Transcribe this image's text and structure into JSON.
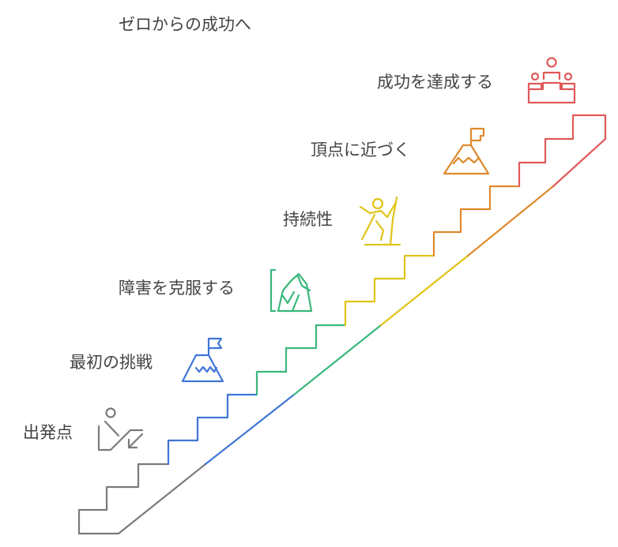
{
  "title": "ゼロからの成功へ",
  "stages": [
    {
      "label": "出発点",
      "icon": "escalator-person-icon",
      "color": "#7a7a7a"
    },
    {
      "label": "最初の挑戦",
      "icon": "mountain-flag-icon",
      "color": "#3f76d6"
    },
    {
      "label": "障害を克服する",
      "icon": "rock-obstacle-icon",
      "color": "#3ab77c"
    },
    {
      "label": "持続性",
      "icon": "climber-icon",
      "color": "#e0c416"
    },
    {
      "label": "頂点に近づく",
      "icon": "mountain-peak-flag-icon",
      "color": "#de8a2c"
    },
    {
      "label": "成功を達成する",
      "icon": "podium-icon",
      "color": "#df5958"
    }
  ]
}
